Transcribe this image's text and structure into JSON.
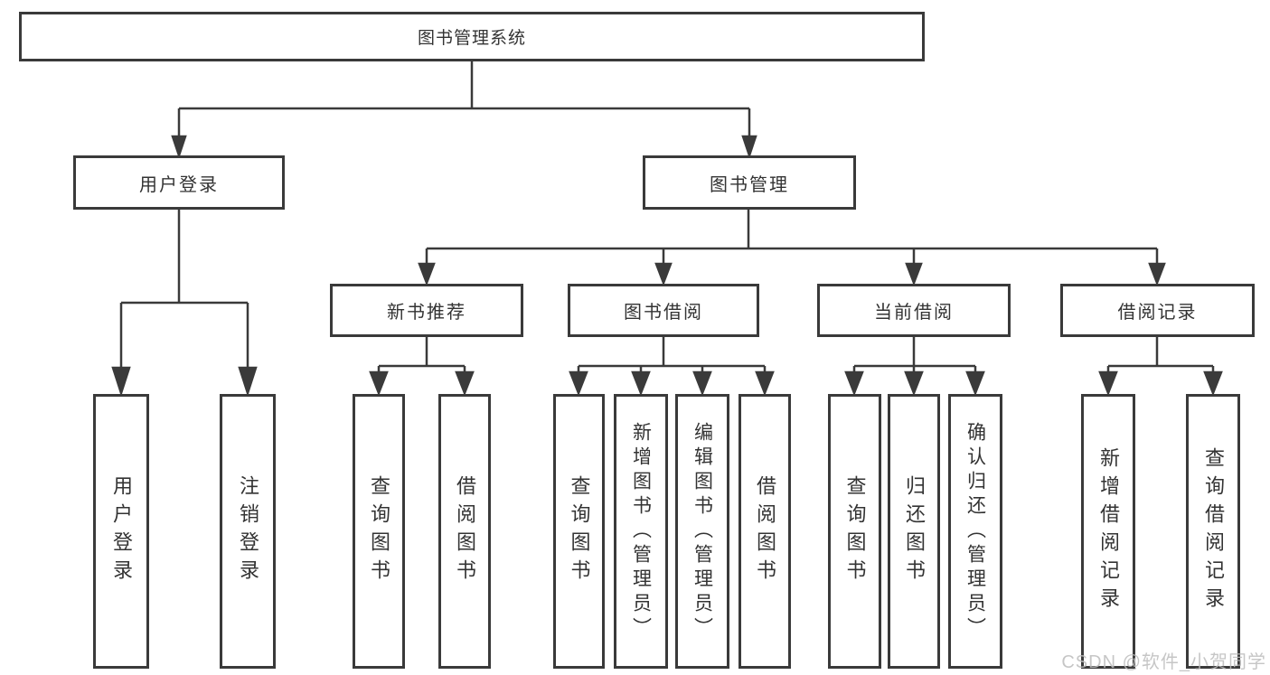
{
  "tree": {
    "label": "图书管理系统",
    "children": [
      {
        "label": "用户登录",
        "children": [
          {
            "label": "用户登录"
          },
          {
            "label": "注销登录"
          }
        ]
      },
      {
        "label": "图书管理",
        "children": [
          {
            "label": "新书推荐",
            "children": [
              {
                "label": "查询图书"
              },
              {
                "label": "借阅图书"
              }
            ]
          },
          {
            "label": "图书借阅",
            "children": [
              {
                "label": "查询图书"
              },
              {
                "label": "新增图书（管理员）"
              },
              {
                "label": "编辑图书（管理员）"
              },
              {
                "label": "借阅图书"
              }
            ]
          },
          {
            "label": "当前借阅",
            "children": [
              {
                "label": "查询图书"
              },
              {
                "label": "归还图书"
              },
              {
                "label": "确认归还（管理员）"
              }
            ]
          },
          {
            "label": "借阅记录",
            "children": [
              {
                "label": "新增借阅记录"
              },
              {
                "label": "查询借阅记录"
              }
            ]
          }
        ]
      }
    ]
  },
  "watermark": {
    "text": "CSDN @软件_小贺同学"
  },
  "colors": {
    "line": "#3a3a3a",
    "text": "#333333",
    "watermark": "#bdbdbd"
  }
}
